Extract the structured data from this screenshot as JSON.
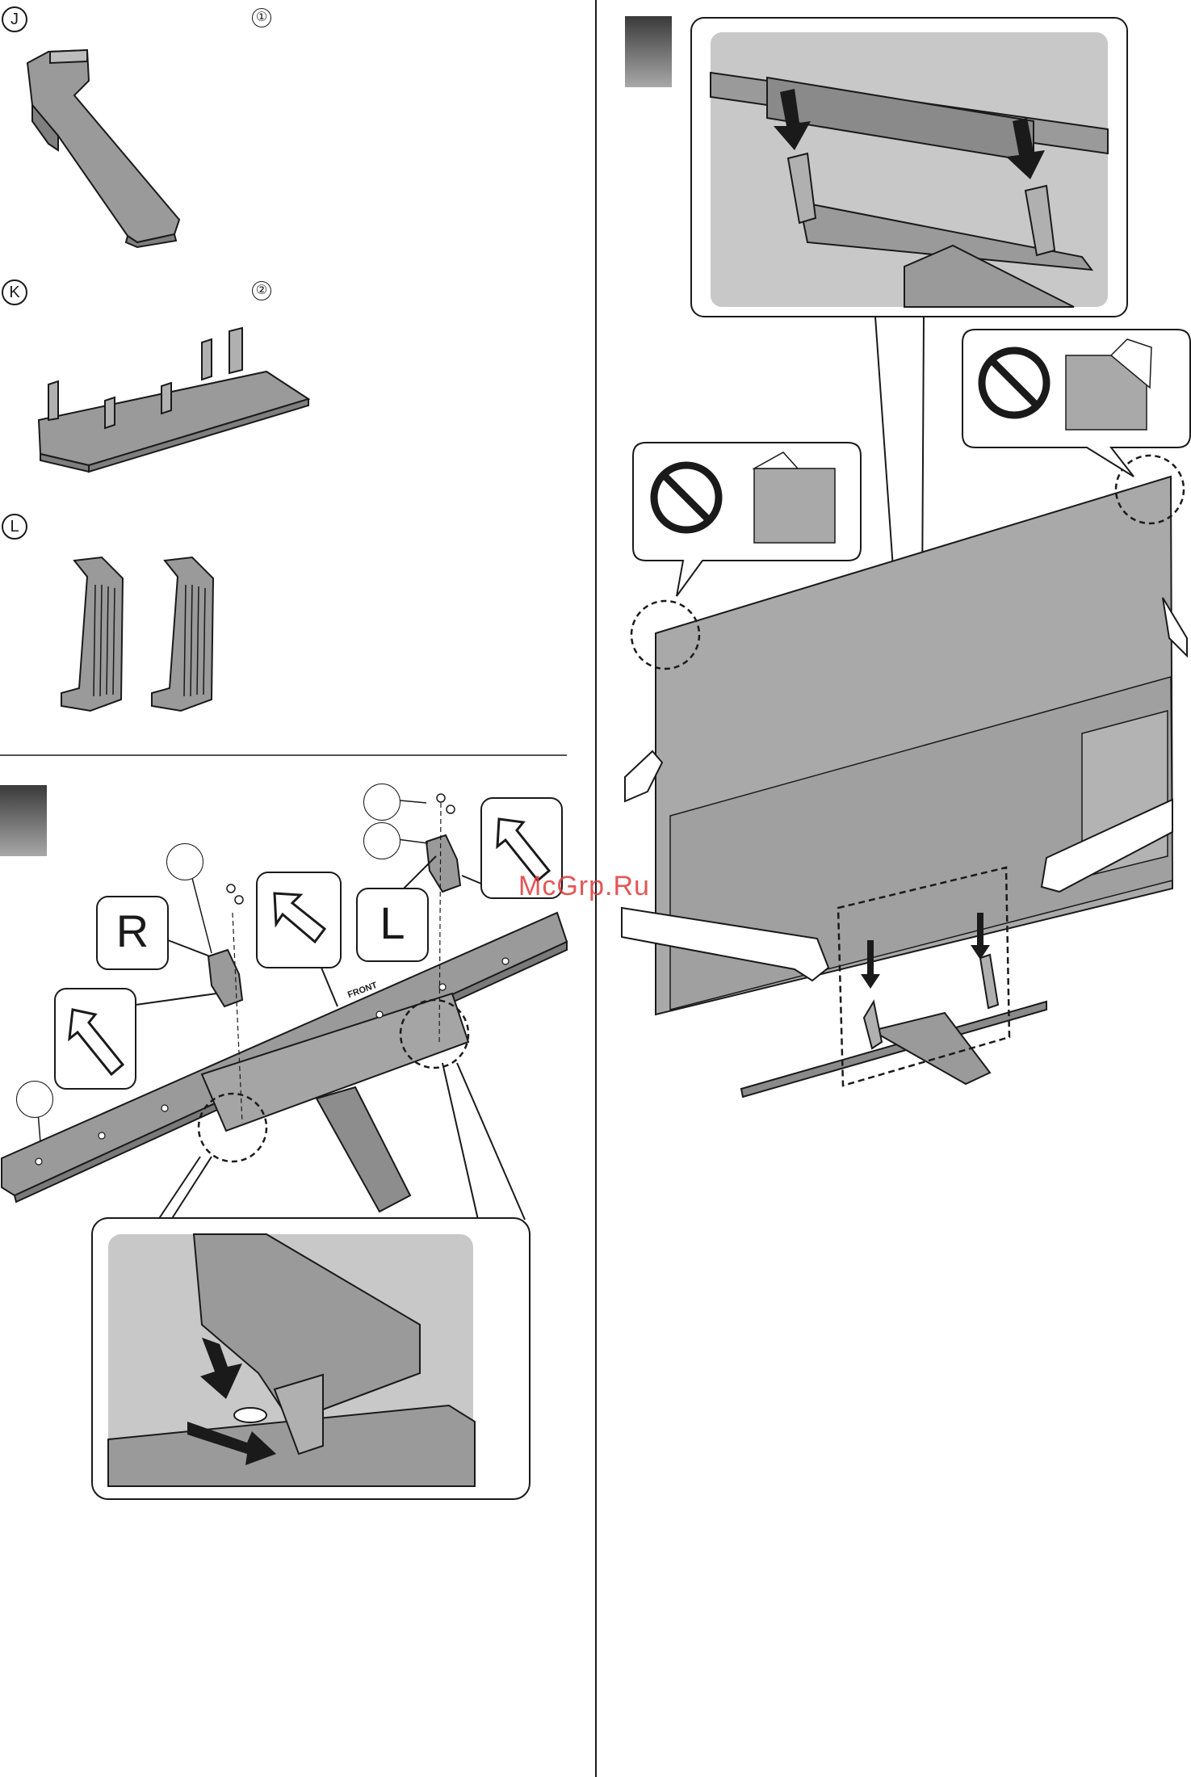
{
  "parts": [
    {
      "letter": "J",
      "number": "①"
    },
    {
      "letter": "K",
      "number": "②"
    },
    {
      "letter": "L"
    }
  ],
  "assembly": {
    "label_right": "R",
    "label_left": "L",
    "front_marking": "FRONT"
  },
  "watermark": "McGrp.Ru",
  "colors": {
    "line": "#1a1a1a",
    "part_fill": "#9a9a9a",
    "panel_fill": "#c8c8c8",
    "tv_fill": "#a9a9a9",
    "step_dark": "#3a3a3a",
    "watermark": "#e03a3a"
  },
  "icons": [
    "prohibited-icon",
    "arrow-up-icon",
    "arrow-down-icon"
  ]
}
